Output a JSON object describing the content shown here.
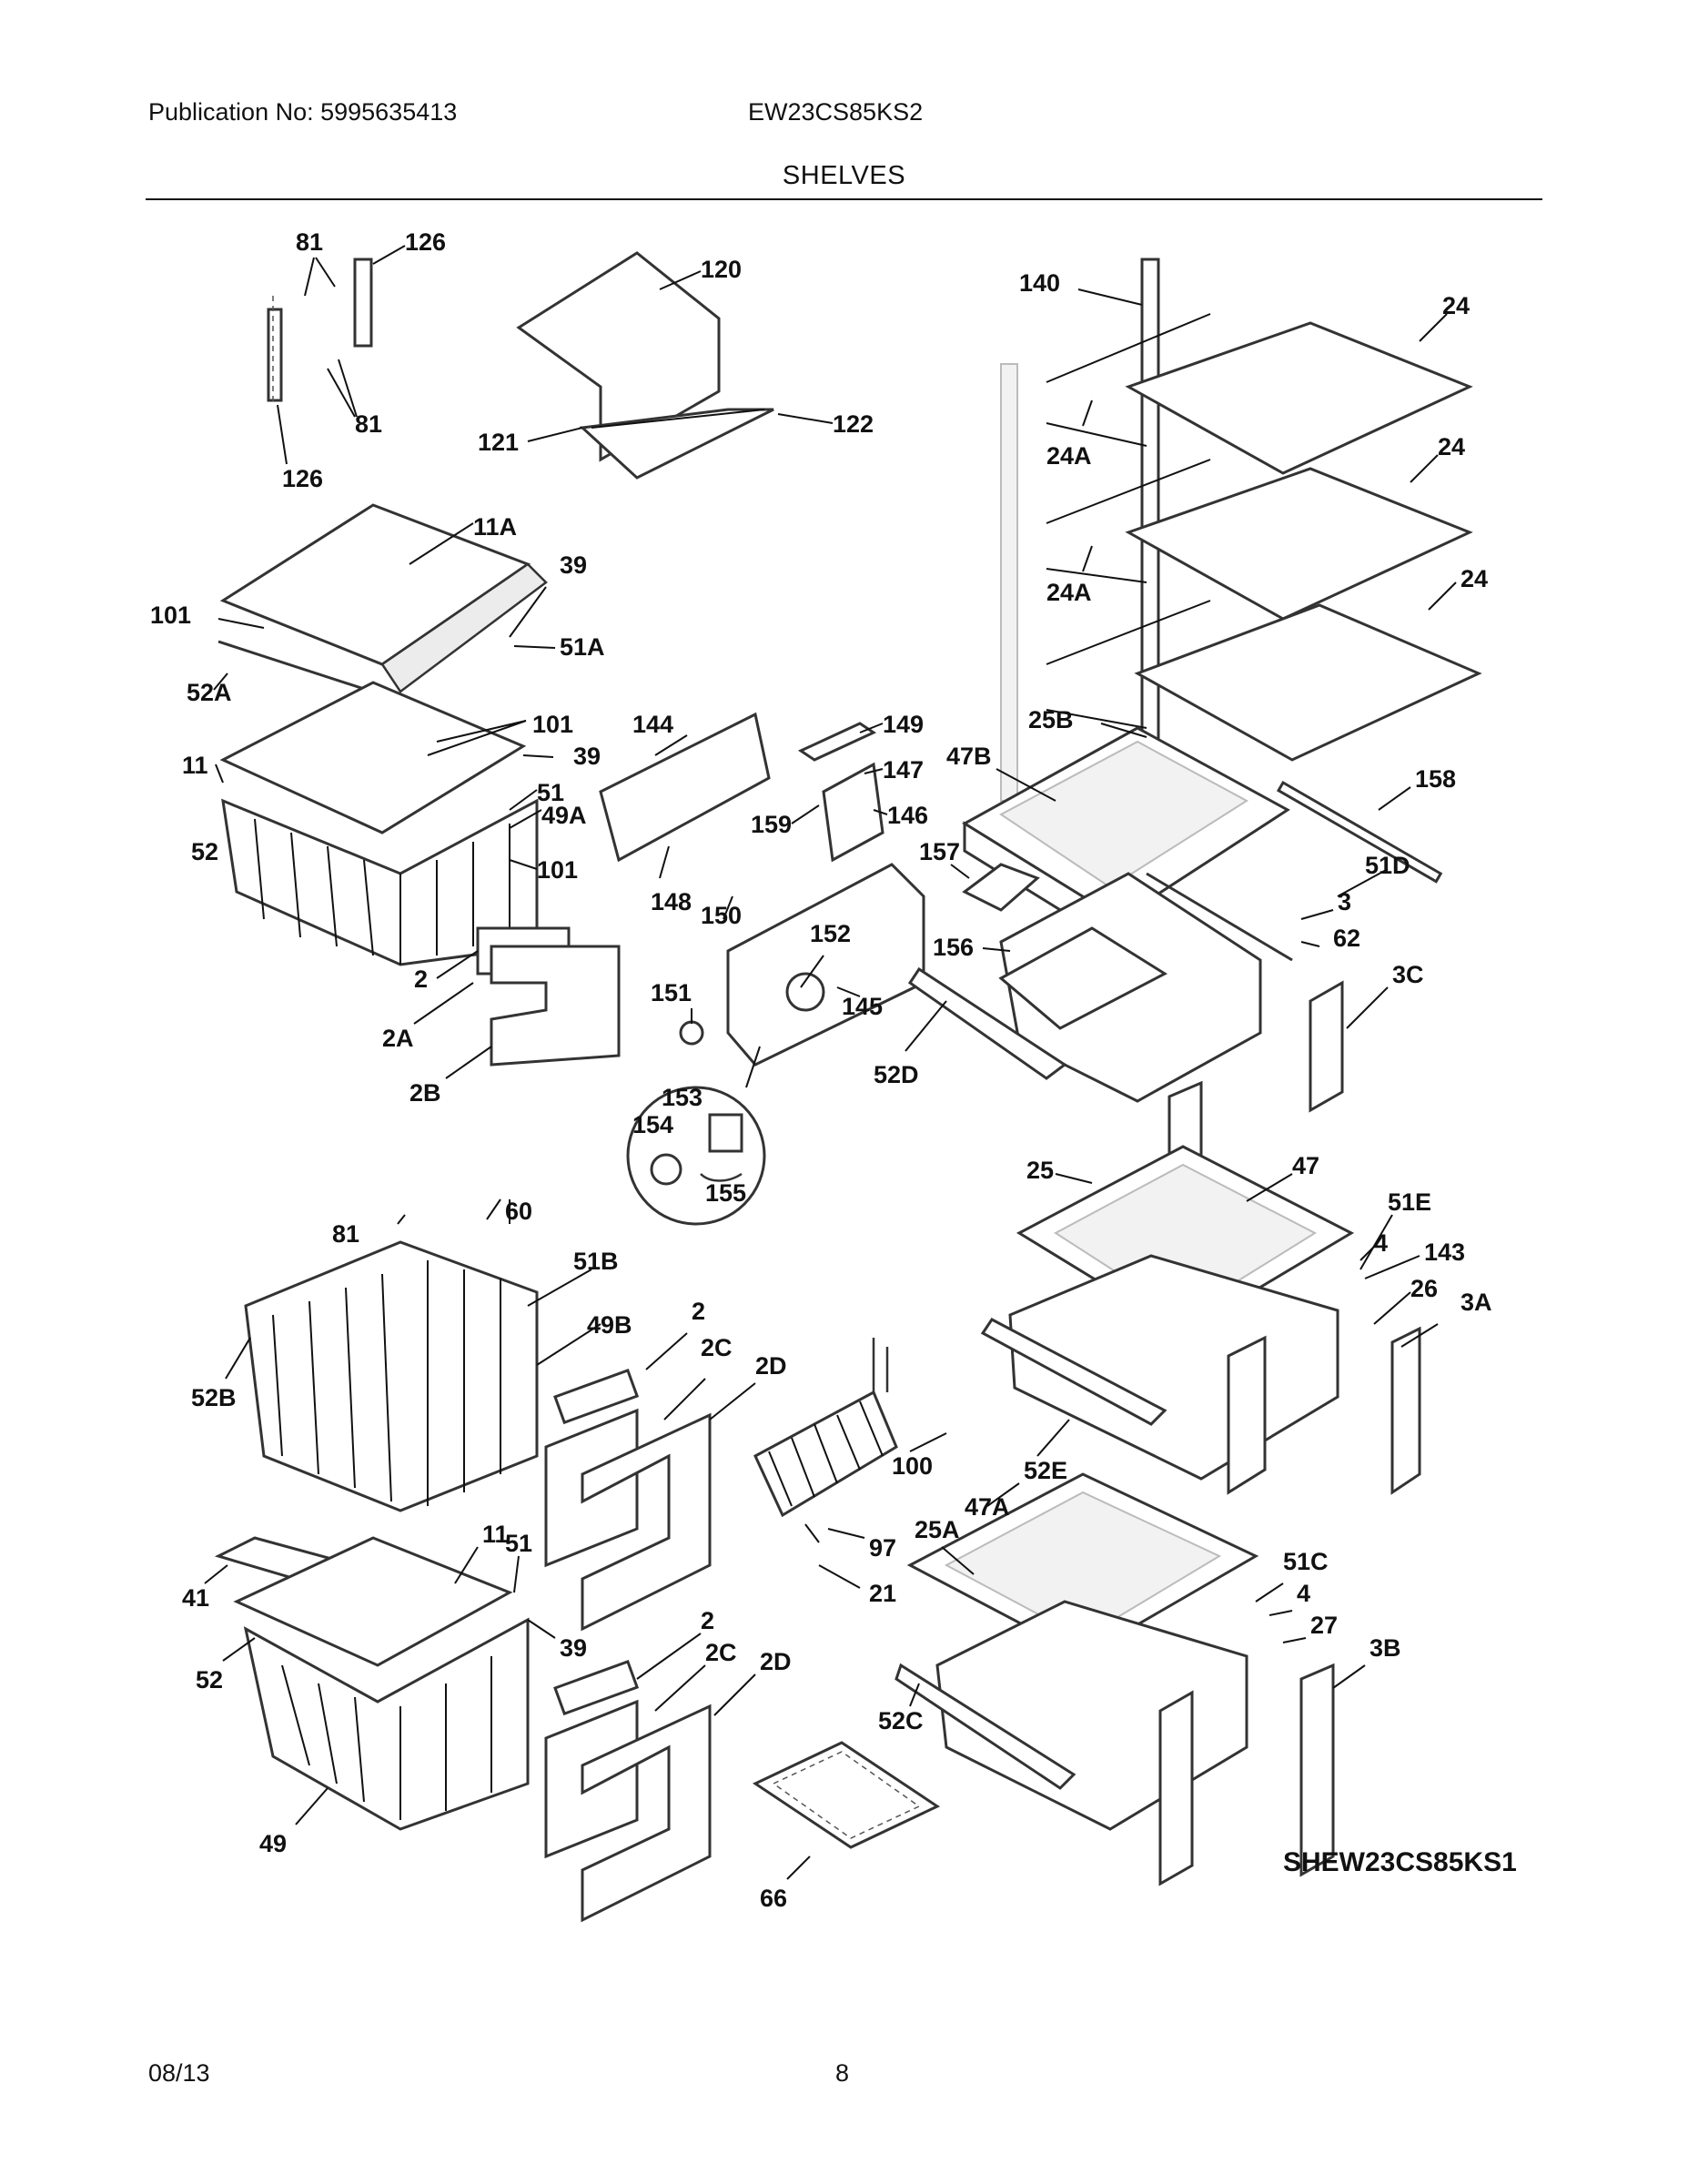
{
  "header": {
    "publication": "Publication No: 5995635413",
    "model": "EW23CS85KS2",
    "section": "SHELVES"
  },
  "drawing_code": "SHEW23CS85KS1",
  "footer": {
    "date": "08/13",
    "page": "8"
  },
  "callouts": {
    "c81a": "81",
    "c126a": "126",
    "c81b": "81",
    "c126b": "126",
    "c120": "120",
    "c121": "121",
    "c122": "122",
    "c140": "140",
    "c24a": "24",
    "c24b": "24",
    "c24c": "24",
    "c24Aa": "24A",
    "c24Ab": "24A",
    "c25B": "25B",
    "c11A": "11A",
    "c39a": "39",
    "c101a": "101",
    "c51A": "51A",
    "c52A": "52A",
    "c101b": "101",
    "c39b": "39",
    "c11a": "11",
    "c51a": "51",
    "c49A": "49A",
    "c52a": "52",
    "c101c": "101",
    "c2a": "2",
    "c2A": "2A",
    "c2B": "2B",
    "c144": "144",
    "c149": "149",
    "c147": "147",
    "c146": "146",
    "c159": "159",
    "c148": "148",
    "c150": "150",
    "c152": "152",
    "c151": "151",
    "c145": "145",
    "c153": "153",
    "c154": "154",
    "c155": "155",
    "c47B": "47B",
    "c158": "158",
    "c157": "157",
    "c51D": "51D",
    "c3a": "3",
    "c62": "62",
    "c156": "156",
    "c3C": "3C",
    "c52D": "52D",
    "c25": "25",
    "c47": "47",
    "c51E": "51E",
    "c4a": "4",
    "c143": "143",
    "c26": "26",
    "c3A": "3A",
    "c60": "60",
    "c81c": "81",
    "c51B": "51B",
    "c49B": "49B",
    "c2b": "2",
    "c2C": "2C",
    "c2D": "2D",
    "c52B": "52B",
    "c100": "100",
    "c52E": "52E",
    "c47A": "47A",
    "c97": "97",
    "c21": "21",
    "c41": "41",
    "c11b": "11",
    "c51b": "51",
    "c39c": "39",
    "c52b": "52",
    "c49": "49",
    "c2c": "2",
    "c2Cb": "2C",
    "c2Db": "2D",
    "c25A": "25A",
    "c51C": "51C",
    "c4b": "4",
    "c27": "27",
    "c3B": "3B",
    "c52C": "52C",
    "c66": "66"
  }
}
